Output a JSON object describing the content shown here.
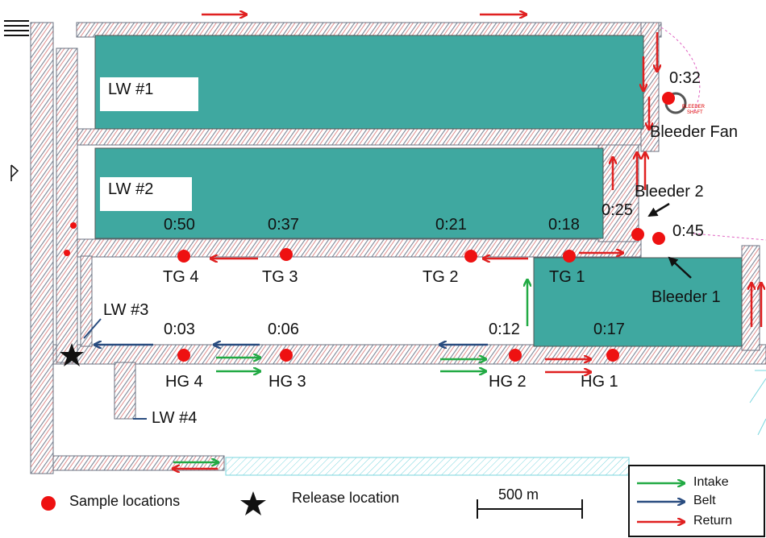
{
  "panels": [
    {
      "label": "LW #1"
    },
    {
      "label": "LW #2"
    },
    {
      "label": "LW #3"
    },
    {
      "label": "LW #4"
    }
  ],
  "sample_points": [
    {
      "name": "TG 4",
      "time": "0:50"
    },
    {
      "name": "TG 3",
      "time": "0:37"
    },
    {
      "name": "TG 2",
      "time": "0:21"
    },
    {
      "name": "TG 1",
      "time": "0:18"
    },
    {
      "name": "HG 4",
      "time": "0:03"
    },
    {
      "name": "HG 3",
      "time": "0:06"
    },
    {
      "name": "HG 2",
      "time": "0:12"
    },
    {
      "name": "HG 1",
      "time": "0:17"
    },
    {
      "name": "Bleeder Fan",
      "time": "0:32"
    },
    {
      "name": "Bleeder 2",
      "time": "0:25"
    },
    {
      "name": "Bleeder 1",
      "time": "0:45"
    }
  ],
  "small_labels": {
    "bleeder_shaft_1": "BLEEDER",
    "bleeder_shaft_2": "SHAFT"
  },
  "legend": {
    "sample": "Sample locations",
    "release": "Release location",
    "scale": "500 m"
  },
  "airway_key": [
    {
      "label": "Intake",
      "color": "#22aa44"
    },
    {
      "label": "Belt",
      "color": "#2a4d80"
    },
    {
      "label": "Return",
      "color": "#e02020"
    }
  ],
  "colors": {
    "panel_fill": "#3fa8a0",
    "sample_dot": "#ee1111",
    "entry": "#8a8f9c"
  }
}
